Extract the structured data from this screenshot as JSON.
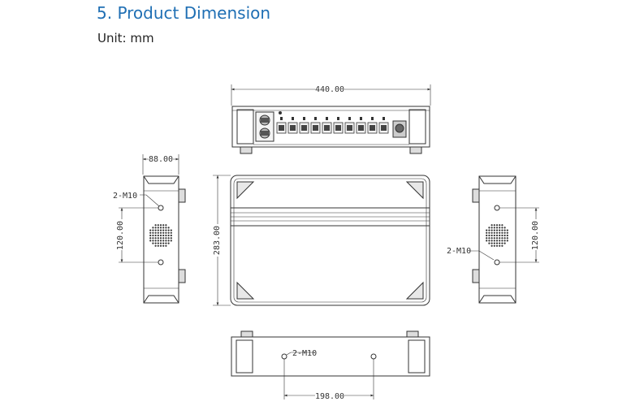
{
  "heading": {
    "title": "5. Product Dimension",
    "unit": "Unit:  mm"
  },
  "dimensions": {
    "width": "440.00",
    "depth": "283.00",
    "side_width": "88.00",
    "side_hole_spacing": "120.00",
    "bottom_hole_spacing": "198.00",
    "mount_holes": "2-M10"
  },
  "colors": {
    "title": "#1f6fb4",
    "line": "#333333"
  }
}
